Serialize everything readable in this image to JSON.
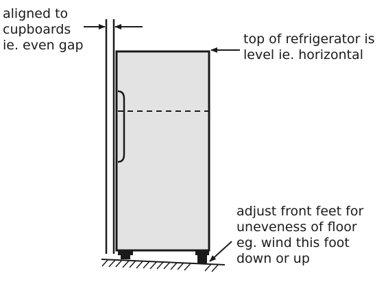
{
  "labels": {
    "gap": [
      "aligned to",
      "cupboards",
      "ie. even gap"
    ],
    "top": [
      "top of refrigerator is",
      "level ie. horizontal"
    ],
    "feet": [
      "adjust front feet for",
      "uneveness of floor",
      "eg. wind this foot",
      "down or up"
    ]
  },
  "colors": {
    "ink": "#1a1a1a",
    "fridge_fill": "#e3e3e3",
    "background": "#ffffff"
  }
}
